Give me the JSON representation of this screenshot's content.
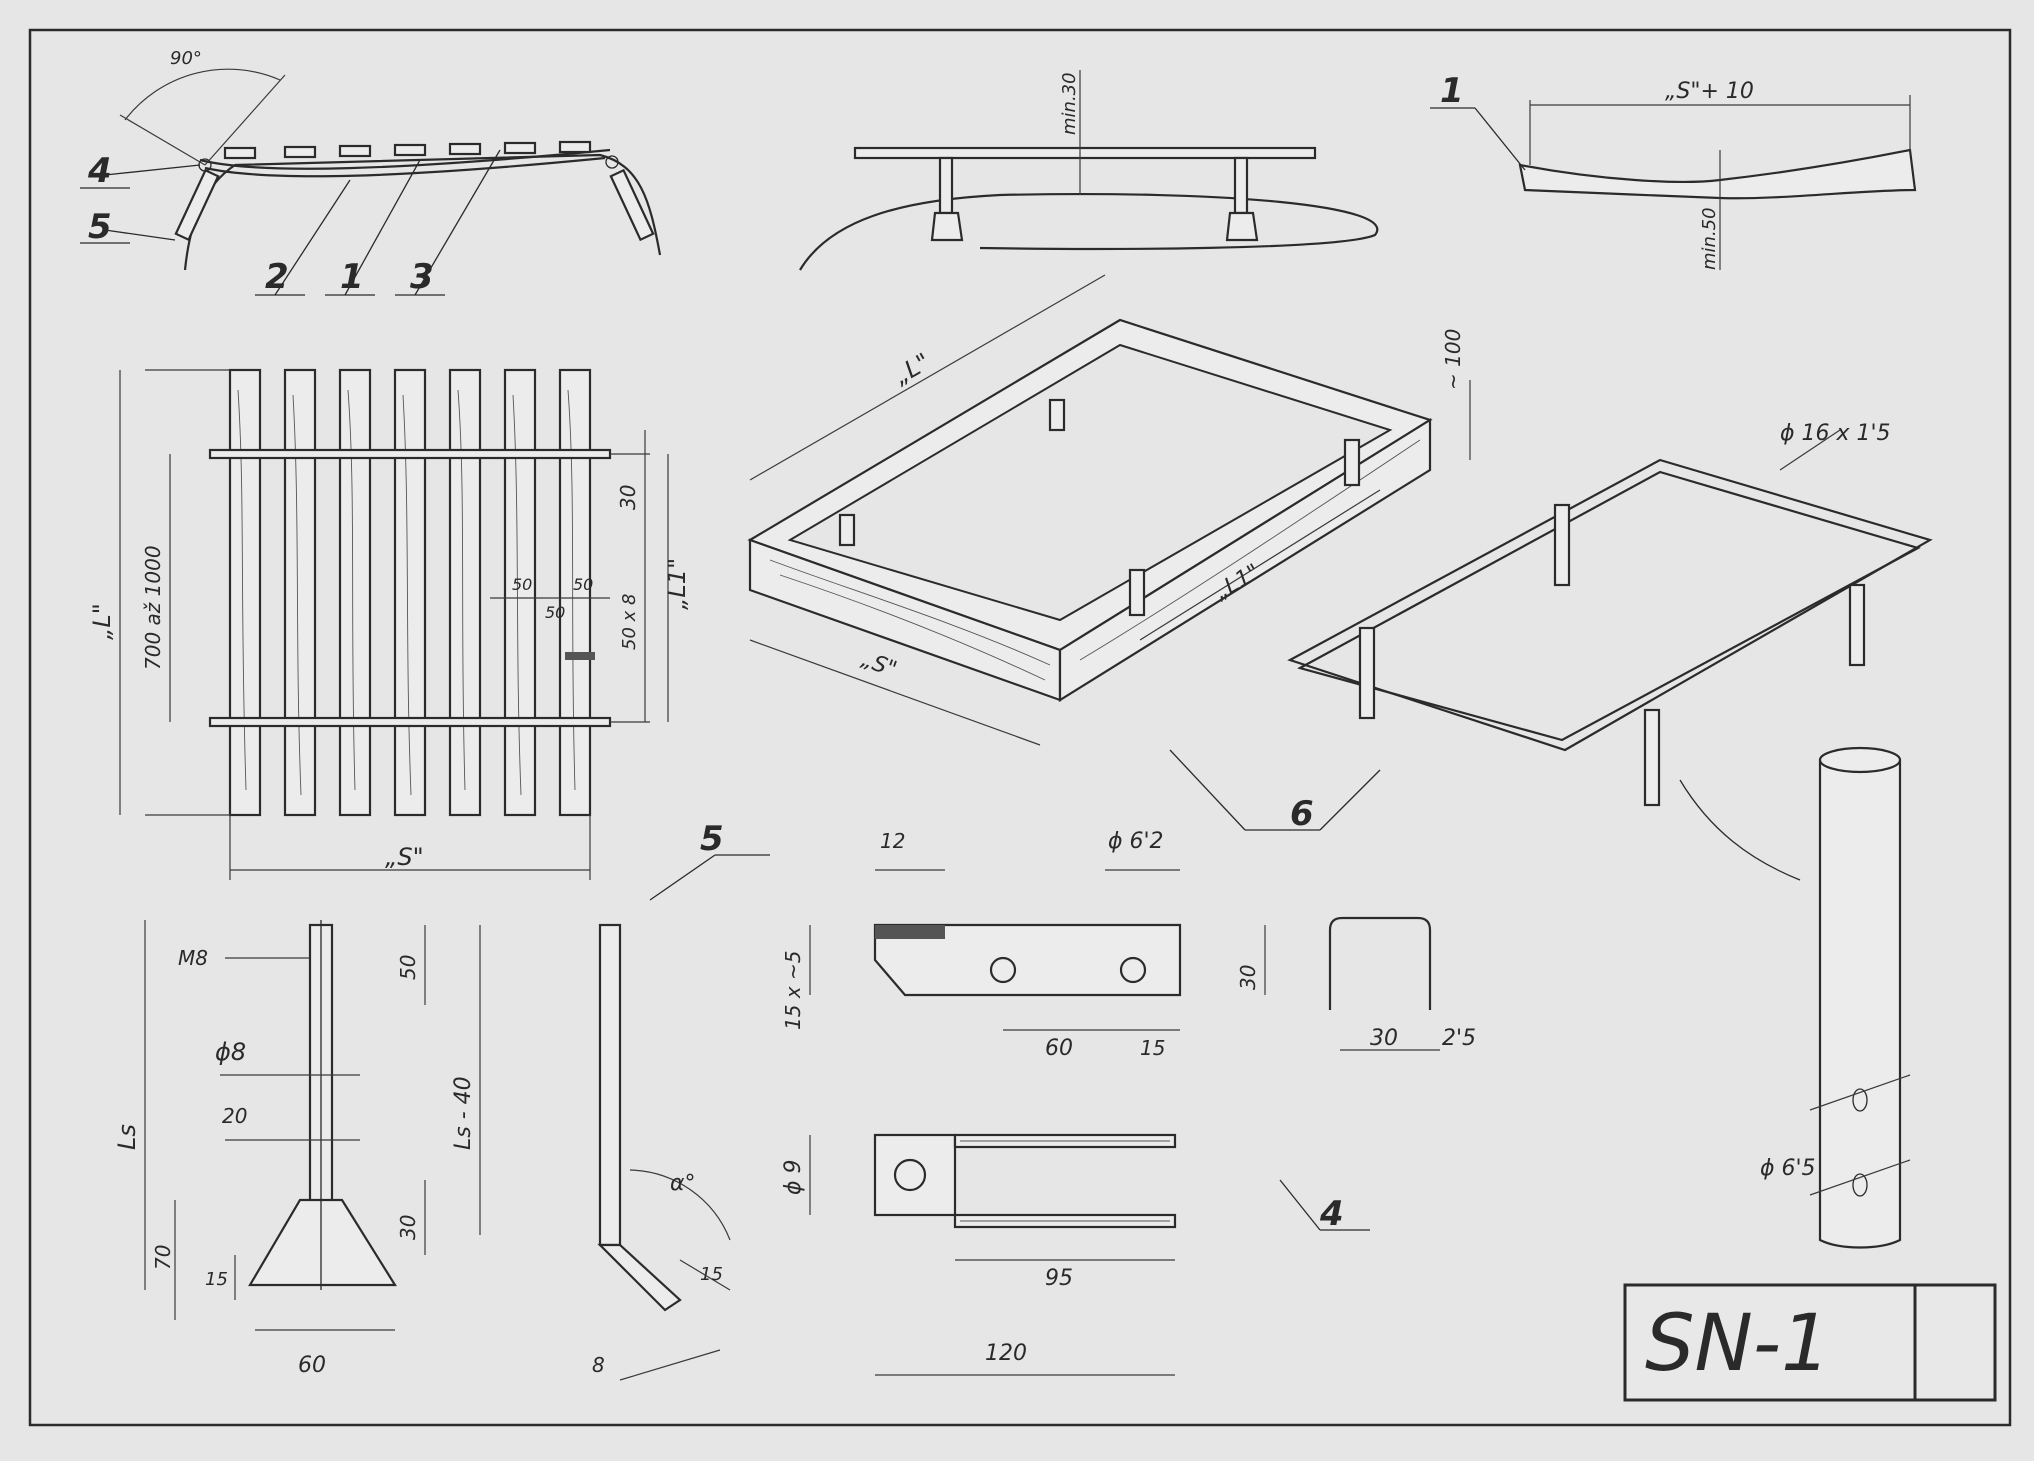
{
  "sheet": {
    "code": "SN-1"
  },
  "parts": {
    "p1": "1",
    "p2": "2",
    "p3": "3",
    "p4": "4",
    "p5": "5",
    "p6": "6"
  },
  "dims": {
    "angle_90": "90°",
    "min30": "min.30",
    "min50": "min.50",
    "s_plus_10": "„S\"+ 10",
    "approx_100": "~ 100",
    "L_frame": "„L\"",
    "L1_frame": "„L1\"",
    "S_frame": "„S\"",
    "phi_16x15": "ϕ 16 x 1'5",
    "L_grid": "„L\"",
    "range_700_1000": "700 až 1000",
    "d30a": "30",
    "L1_grid": "„L1\"",
    "d50a": "50",
    "d50b": "50",
    "d50c": "50",
    "d50x8": "50 x 8",
    "S_grid": "„S\"",
    "M8": "M8",
    "d50_leg": "50",
    "phi8": "ϕ8",
    "d20": "20",
    "d30_leg": "30",
    "d70": "70",
    "d15_leg": "15",
    "d60_leg": "60",
    "Ls": "Ls",
    "Ls_minus_40": "Ls - 40",
    "alpha": "α°",
    "d15_angle": "15",
    "d8": "8",
    "d12": "12",
    "phi62": "ϕ 6'2",
    "d15x_approx": "15 x ~5",
    "d30_plate": "30",
    "d60_plate": "60",
    "d15_plate": "15",
    "phi9": "ϕ 9",
    "d95": "95",
    "d120": "120",
    "d30_bracket": "30",
    "d25": "2'5",
    "phi65": "ϕ 6'5"
  }
}
